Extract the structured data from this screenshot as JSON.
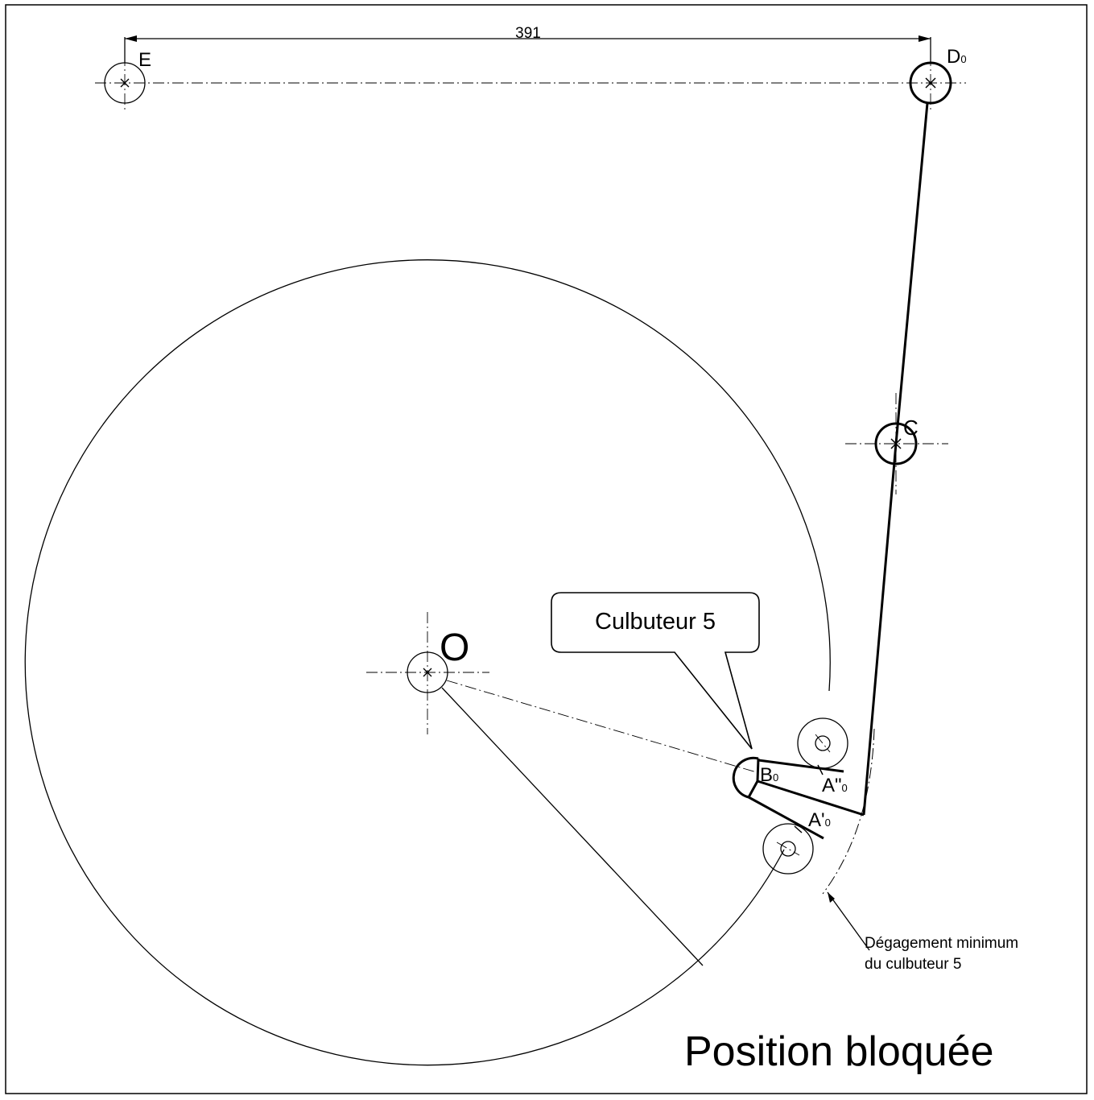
{
  "dimension": {
    "value": "391"
  },
  "points": {
    "E": "E",
    "D0": {
      "base": "D",
      "sub": "0"
    },
    "C": "C",
    "O": "O",
    "B0": {
      "base": "B",
      "sub": "0"
    },
    "A2": {
      "base": "A\"",
      "sub": "0"
    },
    "A1": {
      "base": "A'",
      "sub": "0"
    }
  },
  "callout": {
    "label": "Culbuteur 5"
  },
  "note": {
    "line1": "Dégagement minimum",
    "line2": "du culbuteur 5"
  },
  "title": "Position bloquée"
}
